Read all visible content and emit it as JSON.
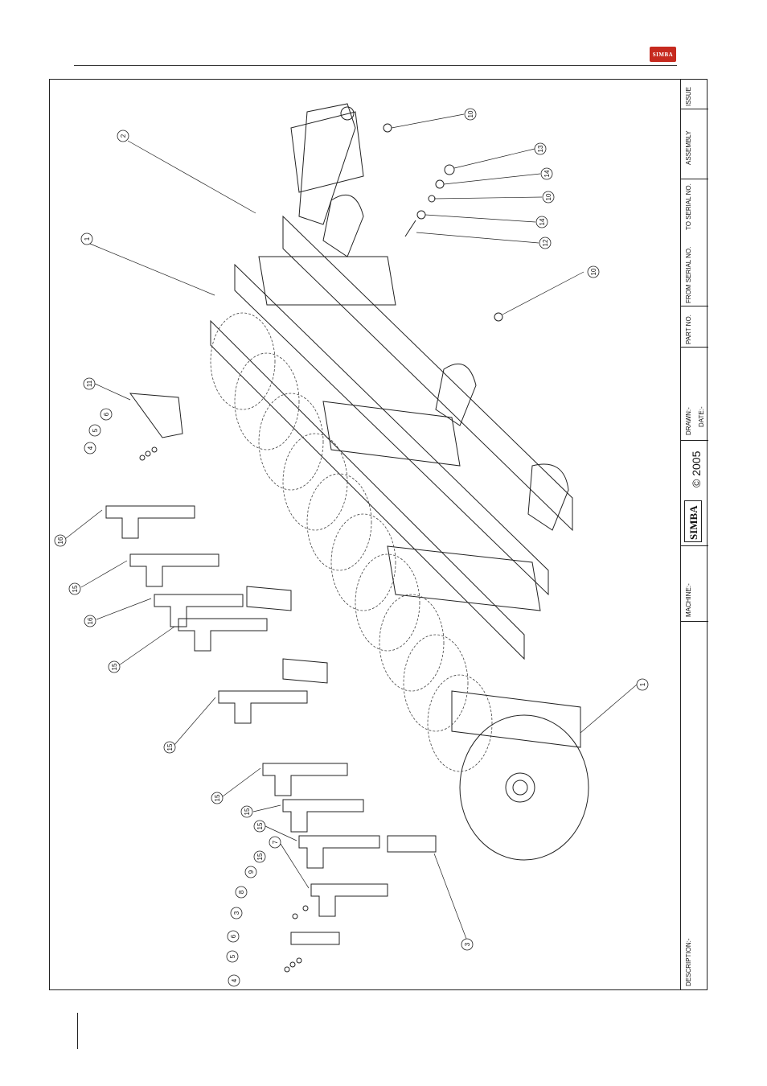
{
  "header": {
    "logo_text": "SIMBA",
    "brand_color": "#c62a1f"
  },
  "title_block": {
    "issue": "ISSUE",
    "assembly": "ASSEMBLY",
    "to_serial": "TO SERIAL NO.",
    "from_serial": "FROM SERIAL NO.",
    "part_no": "PART NO.",
    "drawn": "DRAWN:-",
    "date": "DATE:-",
    "copyright": "© 2005",
    "logo_text": "SIMBA",
    "machine": "MACHINE:-",
    "description": "DESCRIPTION:-"
  },
  "callouts": [
    "1",
    "1",
    "2",
    "3",
    "3",
    "4",
    "4",
    "5",
    "5",
    "6",
    "6",
    "7",
    "8",
    "9",
    "10",
    "10",
    "10",
    "11",
    "12",
    "13",
    "14",
    "14",
    "15",
    "15",
    "15",
    "15",
    "15",
    "15",
    "15",
    "16",
    "16"
  ],
  "callout_labels": {
    "c1a": "1",
    "c1b": "1",
    "c2": "2",
    "c3a": "3",
    "c3b": "3",
    "c4a": "4",
    "c4b": "4",
    "c5a": "5",
    "c5b": "5",
    "c6a": "6",
    "c6b": "6",
    "c7": "7",
    "c8": "8",
    "c9": "9",
    "c10a": "10",
    "c10b": "10",
    "c10c": "10",
    "c11": "11",
    "c12": "12",
    "c13": "13",
    "c14a": "14",
    "c14b": "14",
    "c15a": "15",
    "c15b": "15",
    "c15c": "15",
    "c15d": "15",
    "c15e": "15",
    "c15f": "15",
    "c15g": "15",
    "c16a": "16",
    "c16b": "16"
  }
}
